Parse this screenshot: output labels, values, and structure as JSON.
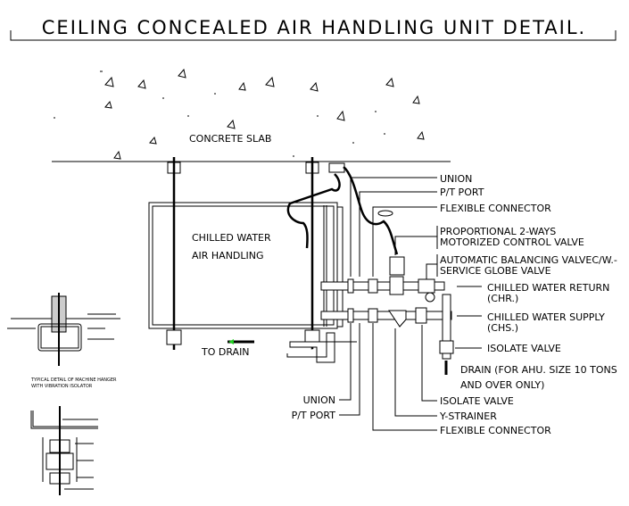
{
  "title": "CEILING CONCEALED AIR HANDLING UNIT DETAIL.",
  "slab_label": "CONCRETE SLAB",
  "unit_label": [
    "CHILLED WATER",
    "AIR HANDLING"
  ],
  "drain_label": "TO DRAIN",
  "right_labels": {
    "union": "UNION",
    "pt_port": "P/T PORT",
    "flex": "FLEXIBLE CONNECTOR",
    "control_valve": [
      "PROPORTIONAL 2-WAYS",
      "MOTORIZED CONTROL VALVE"
    ],
    "balancing_valve": [
      "AUTOMATIC BALANCING VALVEC/W.-",
      "SERVICE GLOBE VALVE"
    ],
    "return": [
      "CHILLED WATER RETURN",
      "(CHR.)"
    ],
    "supply": [
      "CHILLED WATER SUPPLY",
      "(CHS.)"
    ],
    "isolate": "ISOLATE VALVE",
    "drain": [
      "DRAIN (FOR AHU. SIZE 10 TONS",
      "AND OVER ONLY)"
    ]
  },
  "bottom_labels": {
    "union": "UNION",
    "pt_port": "P/T PORT",
    "isolate": "ISOLATE VALVE",
    "strainer": "Y-STRAINER",
    "flex": "FLEXIBLE CONNECTOR"
  },
  "detail_caption": [
    "TYPICAL DETAIL OF MACHINE HANGER",
    "WITH VIBRATION ISOLATOR"
  ],
  "colors": {
    "line": "#000000",
    "drain_arrow": "#22cc22"
  }
}
